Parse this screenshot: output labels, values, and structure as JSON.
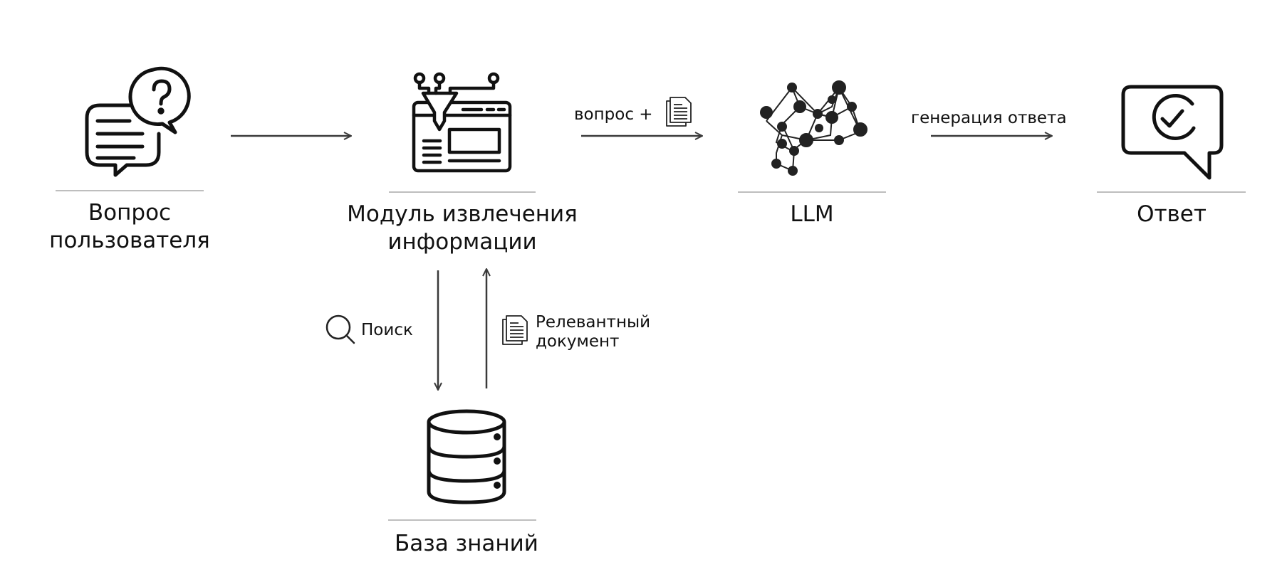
{
  "nodes": {
    "user_question": {
      "label_line1": "Вопрос",
      "label_line2": "пользователя",
      "icon": "chat-question-icon"
    },
    "retrieval_module": {
      "label_line1": "Модуль извлечения",
      "label_line2": "информации",
      "icon": "funnel-window-icon"
    },
    "llm": {
      "label": "LLM",
      "icon": "brain-network-icon"
    },
    "answer": {
      "label": "Ответ",
      "icon": "checkmark-bubble-icon"
    },
    "knowledge_base": {
      "label": "База знаний",
      "icon": "database-icon"
    }
  },
  "edges": {
    "question_plus": {
      "label": "вопрос +",
      "icon": "document-icon"
    },
    "generation": {
      "label": "генерация ответа"
    },
    "search": {
      "label": "Поиск",
      "icon": "search-icon"
    },
    "relevant_doc": {
      "label_line1": "Релевантный",
      "label_line2": "документ",
      "icon": "document-icon"
    }
  },
  "colors": {
    "stroke": "#222222",
    "divider": "#a8a8a8",
    "arrow": "#3a3a3a"
  }
}
